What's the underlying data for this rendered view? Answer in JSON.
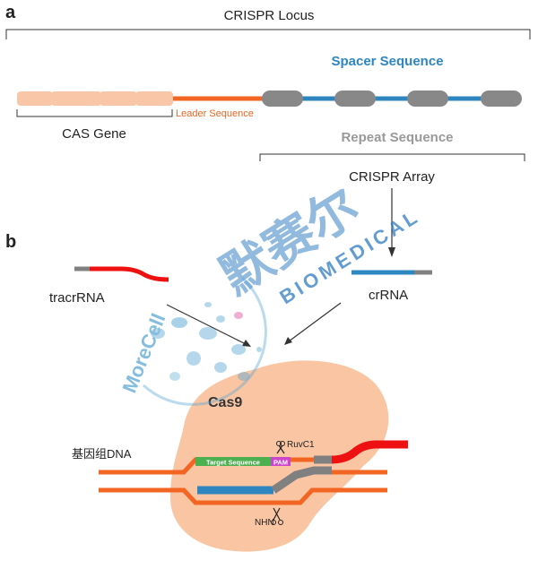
{
  "panel_a": {
    "label": "a",
    "locus_label": "CRISPR Locus",
    "spacer_label": "Spacer Sequence",
    "leader_label": "Leader Sequence",
    "cas_gene_label": "CAS Gene",
    "repeat_label": "Repeat Sequence",
    "array_label": "CRISPR Array"
  },
  "panel_b": {
    "label": "b",
    "tracrrna_label": "tracrRNA",
    "crrna_label": "crRNA",
    "cas9_label": "Cas9",
    "genomic_dna_label": "基因组DNA",
    "target_sequence_label": "Target Sequence",
    "pam_label": "PAM",
    "ruvc1_label": "RuvC1",
    "nhn_label": "NHN"
  },
  "watermark": {
    "text_1": "MoreCell",
    "text_2": "BIOMEDICAL",
    "chinese": "默赛尔"
  },
  "colors": {
    "orange": "#f26522",
    "blue": "#2e86c1",
    "gray": "#808080",
    "peach": "#f9c6a7",
    "cas9_fill": "#f9c5a3",
    "red": "#ee1111",
    "green": "#4caf50",
    "magenta": "#cc44cc"
  }
}
